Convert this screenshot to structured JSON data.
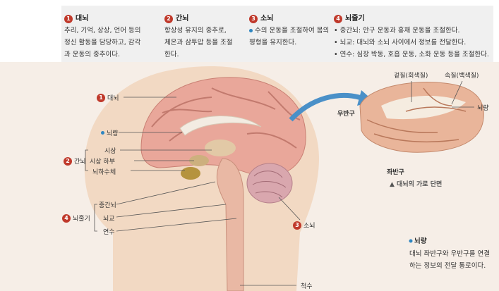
{
  "info": [
    {
      "num": "1",
      "title": "대뇌",
      "text": [
        "추리, 기억, 상상, 언어 등의",
        "정신 활동을 담당하고, 감각",
        "과 운동의 중추이다."
      ]
    },
    {
      "num": "2",
      "title": "간뇌",
      "text": [
        "항상성 유지의 중추로,",
        "체온과 삼투압 등을 조절",
        "한다."
      ]
    },
    {
      "num": "3",
      "title": "소뇌",
      "text": [
        "수의 운동을 조절하여 몸의",
        "평형을 유지한다."
      ]
    },
    {
      "num": "4",
      "title": "뇌줄기",
      "text": [
        "• 중간뇌: 안구 운동과 홍채 운동을 조절한다.",
        "• 뇌교: 대뇌와 소뇌 사이에서 정보를 전달한다.",
        "• 연수: 심장 박동, 호흡 운동, 소화 운동 등을 조절한다."
      ]
    }
  ],
  "labels": {
    "cerebrum": {
      "num": "1",
      "text": "대뇌"
    },
    "corpus": "뇌량",
    "thalamus": "시상",
    "hypothalamus": "시상 하부",
    "pituitary": "뇌하수체",
    "diencephalon": {
      "num": "2",
      "text": "간뇌"
    },
    "midbrain": "중간뇌",
    "pons": "뇌교",
    "medulla": "연수",
    "brainstem": {
      "num": "4",
      "text": "뇌줄기"
    },
    "cerebellum": {
      "num": "3",
      "text": "소뇌"
    },
    "spinal": "척수",
    "cortex": "겉질(회색질)",
    "inner": "속질(백색질)",
    "corpus_right": "뇌량",
    "right_hemi": "우반구",
    "left_hemi": "좌반구",
    "caption": "▲ 대뇌의 가로 단면"
  },
  "note": {
    "title": "뇌량",
    "lines": [
      "대뇌 좌반구와 우반구를 연결",
      "하는 정보의 전달 통로이다."
    ]
  },
  "colors": {
    "accent": "#c0392b",
    "dot": "#2e86c1",
    "arrow": "#4a90c8"
  }
}
